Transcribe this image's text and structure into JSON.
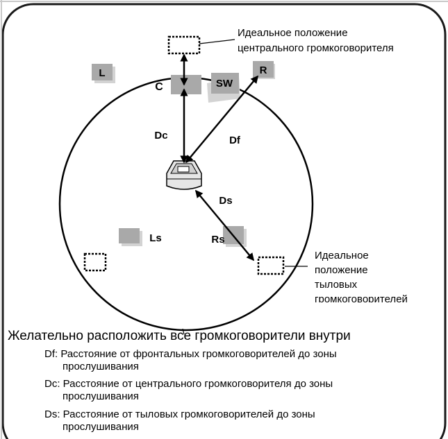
{
  "speakers": {
    "L": "L",
    "C": "C",
    "SW": "SW",
    "R": "R",
    "Ls": "Ls",
    "Rs": "Rs"
  },
  "distances": {
    "Dc": "Dc",
    "Df": "Df",
    "Ds": "Ds"
  },
  "callouts": {
    "center_line1": "Идеальное положение",
    "center_line2": "центрального громкоговорителя",
    "rear_line1": "Идеальное",
    "rear_line2": "положение",
    "rear_line3": "тыловых",
    "rear_line4": "громкоговорителей"
  },
  "note": "Желательно расположить все громкоговорители внутри",
  "legend": [
    {
      "line1": "Df: Расстояние от фронтальных громкоговорителей до зоны",
      "line2": "прослушивания"
    },
    {
      "line1": "Dc: Расстояние от центрального громкоговорителя до зоны",
      "line2": "прослушивания"
    },
    {
      "line1": "Ds: Расстояние от тыловых громкоговорителей до зоны",
      "line2": "прослушивания"
    }
  ],
  "colors": {
    "speaker_fill": "#a9a9a9",
    "frame": "#1a1a1a",
    "background": "#ffffff"
  }
}
